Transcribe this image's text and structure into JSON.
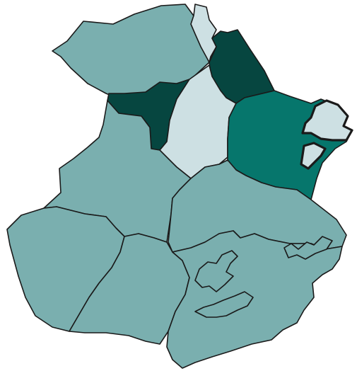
{
  "map": {
    "colors": {
      "base": "#7aafaf",
      "light": "#cde0e3",
      "dark": "#064640",
      "medium": "#06766c",
      "highlight_outline": "#ef7a3d",
      "border": "#1a1a1a",
      "background": "#ffffff"
    },
    "regions": [
      {
        "id": "northwest",
        "shade": "base"
      },
      {
        "id": "north-coast-strip",
        "shade": "light"
      },
      {
        "id": "northeast",
        "shade": "dark"
      },
      {
        "id": "west-dark",
        "shade": "dark"
      },
      {
        "id": "center-light",
        "shade": "light"
      },
      {
        "id": "east",
        "shade": "medium"
      },
      {
        "id": "east-enclave-upper",
        "shade": "light",
        "highlighted": true
      },
      {
        "id": "east-enclave-lower",
        "shade": "light",
        "highlighted": true
      },
      {
        "id": "west",
        "shade": "base"
      },
      {
        "id": "center-south",
        "shade": "base"
      },
      {
        "id": "southwest",
        "shade": "base"
      },
      {
        "id": "south-central",
        "shade": "base"
      },
      {
        "id": "southeast",
        "shade": "base"
      }
    ]
  }
}
